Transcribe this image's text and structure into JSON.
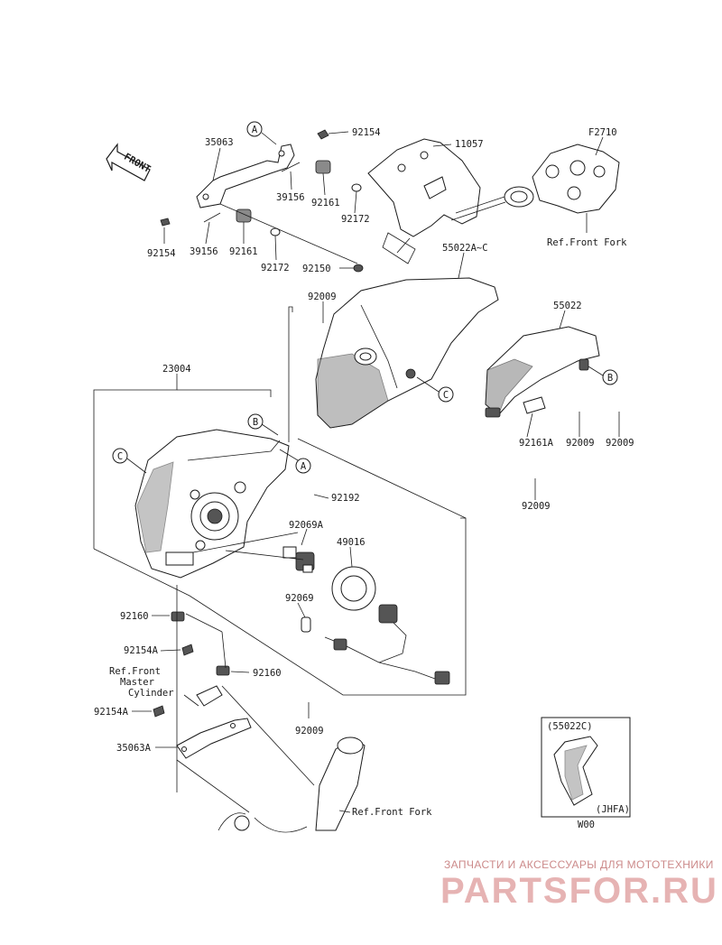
{
  "labels": {
    "p35063": "35063",
    "p92154_top": "92154",
    "p11057": "11057",
    "pF2710": "F2710",
    "p39156_a": "39156",
    "p92161_a": "92161",
    "p92172_a": "92172",
    "p92154_left": "92154",
    "p39156_b": "39156",
    "p92161_b": "92161",
    "p92172_b": "92172",
    "p92150": "92150",
    "p55022AC": "55022A~C",
    "ref_front_fork_top": "Ref.Front Fork",
    "p92009_a": "92009",
    "p55022": "55022",
    "p23004": "23004",
    "p92161A": "92161A",
    "p92009_b": "92009",
    "p92009_c": "92009",
    "p92009_d": "92009",
    "p92192": "92192",
    "p92069A": "92069A",
    "p49016": "49016",
    "p92069": "92069",
    "p92160_a": "92160",
    "p92154A_a": "92154A",
    "ref_front_master": "Ref.Front",
    "ref_master": "Master",
    "ref_cylinder": "Cylinder",
    "p92160_b": "92160",
    "p92154A_b": "92154A",
    "p92009_e": "92009",
    "p35063A": "35063A",
    "ref_front_fork_bottom": "Ref.Front Fork",
    "callout_A1": "A",
    "callout_A2": "A",
    "callout_B1": "B",
    "callout_B2": "B",
    "callout_C1": "C",
    "callout_C2": "C",
    "inset_title": "(55022C)",
    "inset_note": "(JHFA)",
    "inset_code": "W00"
  },
  "front_arrow": "FRONT",
  "watermark": {
    "line1": "ЗАПЧАСТИ И АКСЕССУАРЫ ДЛЯ МОТОТЕХНИКИ",
    "brand": "PARTSFOR.RU"
  },
  "colors": {
    "ink": "#1a1a1a",
    "watermark_red": "#cc8a8a",
    "watermark_brand": "#e6b3b3"
  }
}
